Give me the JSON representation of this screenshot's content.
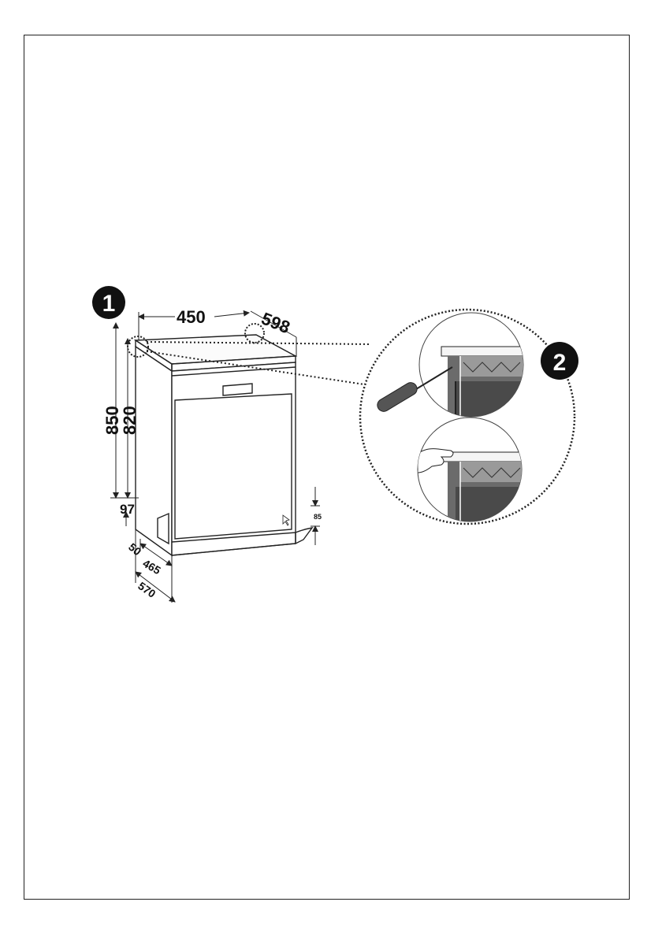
{
  "figure": {
    "callouts": [
      "1",
      "2"
    ],
    "dimensions": {
      "width_inner": "450",
      "width_outer": "598",
      "height_total": "850",
      "height_body": "820",
      "plinth_height": "97",
      "foot_gap": "50",
      "depth_inner": "465",
      "depth_outer": "570",
      "kick_height": "85"
    }
  },
  "colors": {
    "line": "#222222",
    "badge": "#111111",
    "detail_fill": "#6b6b6b",
    "screwdriver_handle": "#555555"
  }
}
